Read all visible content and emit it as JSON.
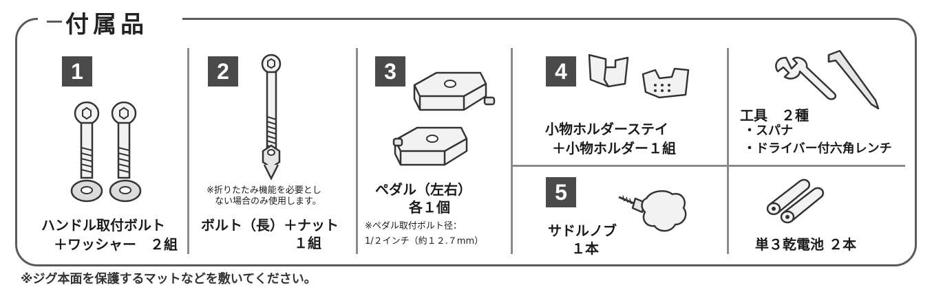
{
  "title": "付属品",
  "items": [
    {
      "number": "1",
      "label_line1": "ハンドル取付ボルト",
      "label_line2": "＋ワッシャー　２組"
    },
    {
      "number": "2",
      "note_line1": "※折りたたみ機能を必要とし",
      "note_line2": "ない場合のみ使用します。",
      "label_line1": "ボルト（長）＋ナット",
      "label_line2": "１組"
    },
    {
      "number": "3",
      "label_line1": "ペダル（左右）",
      "label_line2": "各１個",
      "note_line1": "※ペダル取付ボルト径：",
      "note_line2": "1/２インチ（約１２.７mm）"
    },
    {
      "number": "4",
      "label_line1": "小物ホルダーステイ",
      "label_line2": "＋小物ホルダー１組"
    },
    {
      "number": "5",
      "label_line1": "サドルノブ",
      "label_line2": "１本"
    },
    {
      "label_line1": "工具　２種",
      "label_line2": "・スパナ",
      "label_line3": "・ドライバー付六角レンチ"
    },
    {
      "label_line1": "単３乾電池 ２本"
    }
  ],
  "footer": "※ジグ本面を保護するマットなどを敷いてください。",
  "colors": {
    "frame": "#5a5a5a",
    "number_box": "#4a4a4a",
    "divider": "#8a8a8a"
  },
  "icons": [
    "bolt-icon",
    "washer-icon",
    "long-bolt-icon",
    "nut-icon",
    "pedal-icon",
    "holder-stay-icon",
    "holder-icon",
    "knob-icon",
    "spanner-icon",
    "hex-key-icon",
    "battery-icon"
  ]
}
